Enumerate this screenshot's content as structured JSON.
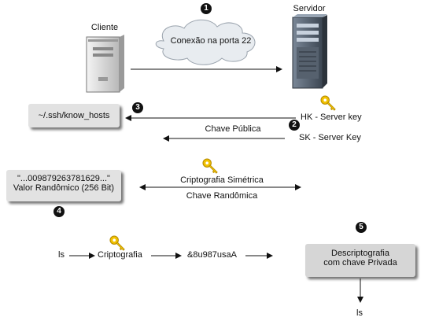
{
  "nodes": {
    "client": "Cliente",
    "server": "Servidor",
    "cloud": "Conexão na porta 22"
  },
  "steps": [
    "1",
    "2",
    "3",
    "4",
    "5"
  ],
  "keys": {
    "hk": "HK - Server key",
    "sk": "SK - Server Key",
    "public": "Chave Pública",
    "symmetric": "Criptografia Simétrica",
    "random": "Chave Randômica"
  },
  "known_hosts": "~/.ssh/know_hosts",
  "random_box": {
    "line1": "\"...009879263781629...\"",
    "line2": "Valor Randômico (256 Bit)"
  },
  "flow": {
    "input": "ls",
    "encrypt": "Criptografia",
    "cipher": "&8u987usaA",
    "decrypt_line1": "Descriptografia",
    "decrypt_line2": "com chave Privada",
    "output": "ls"
  },
  "colors": {
    "key": "#f2c200",
    "badge": "#111111",
    "box": "#e2e2e2",
    "cloud": "#e8ecf0"
  }
}
